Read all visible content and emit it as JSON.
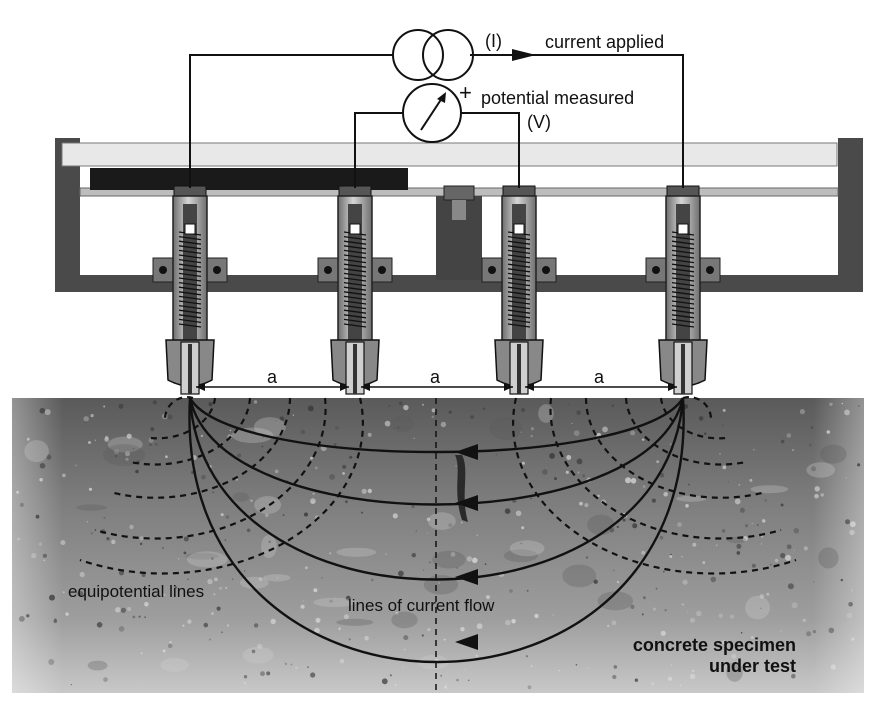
{
  "labels": {
    "current_symbol": "(I)",
    "current_applied": "current applied",
    "plus_sign": "+",
    "potential_measured": "potential measured",
    "voltage_symbol": "(V)",
    "spacing_1": "a",
    "spacing_2": "a",
    "spacing_3": "a",
    "equipotential_lines": "equipotential lines",
    "lines_of_current_flow": "lines of current flow",
    "specimen_line1": "concrete specimen",
    "specimen_line2": "under test"
  },
  "colors": {
    "frame": "#4a4a4a",
    "plate": "#dcdcdc",
    "pad": "#1a1a1a",
    "wire": "#111111",
    "concrete_light": "#b9b9b9",
    "concrete_dark": "#4c4c4c"
  }
}
